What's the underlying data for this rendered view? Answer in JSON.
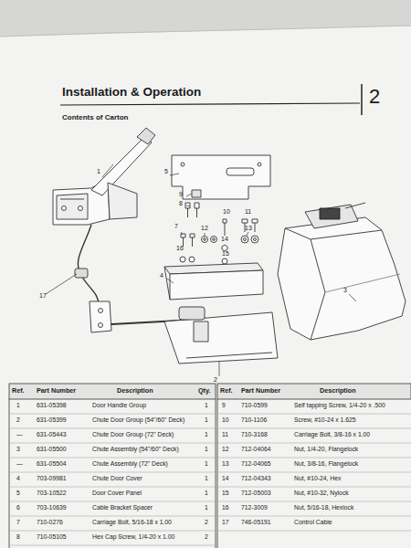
{
  "diagram": {
    "title": "Installation & Operation",
    "labels": [
      "Contents of Carton",
      "2",
      "1",
      "5",
      "9",
      "8",
      "10",
      "11",
      "7",
      "12",
      "13",
      "14",
      "16",
      "15",
      "17",
      "4",
      "3",
      "2",
      "Ref.",
      "Part Number",
      "Description",
      "Qty.",
      "Ref.",
      "Part Number",
      "Description",
      "1",
      "631-05398",
      "Door Handle Group",
      "1",
      "2",
      "631-05399",
      "Chute Door Group (54\"/60\" Deck)",
      "1",
      "—",
      "631-05443",
      "Chute Door Group (72\" Deck)",
      "1",
      "3",
      "631-05500",
      "Chute Assembly (54\"/60\" Deck)",
      "1",
      "—",
      "631-05504",
      "Chute Assembly (72\" Deck)",
      "1",
      "4",
      "703-09981",
      "Chute Door Cover",
      "1",
      "5",
      "703-10522",
      "Door Cover Panel",
      "1",
      "6",
      "703-10639",
      "Cable Bracket Spacer",
      "1",
      "7",
      "710-0276",
      "Carriage Bolt, 5/16-18 x 1.00",
      "2",
      "8",
      "710-05105",
      "Hex Cap Screw, 1/4-20 x 1.00",
      "2",
      "9",
      "710-0599",
      "Self tapping Screw, 1/4-20 x .500",
      "10",
      "710-1106",
      "Screw, #10-24 x 1.625",
      "11",
      "710-3168",
      "Carriage Bolt, 3/8-16 x 1.00",
      "12",
      "712-04064",
      "Nut, 1/4-20, Flangelock",
      "13",
      "712-04065",
      "Nut, 3/8-16, Flangelock",
      "14",
      "712-04343",
      "Nut, #10-24, Hex",
      "15",
      "712-05003",
      "Nut, #10-32, Nylock",
      "16",
      "712-3009",
      "Nut, 5/16-18, Hexlock",
      "17",
      "746-05191",
      "Control Cable"
    ]
  }
}
